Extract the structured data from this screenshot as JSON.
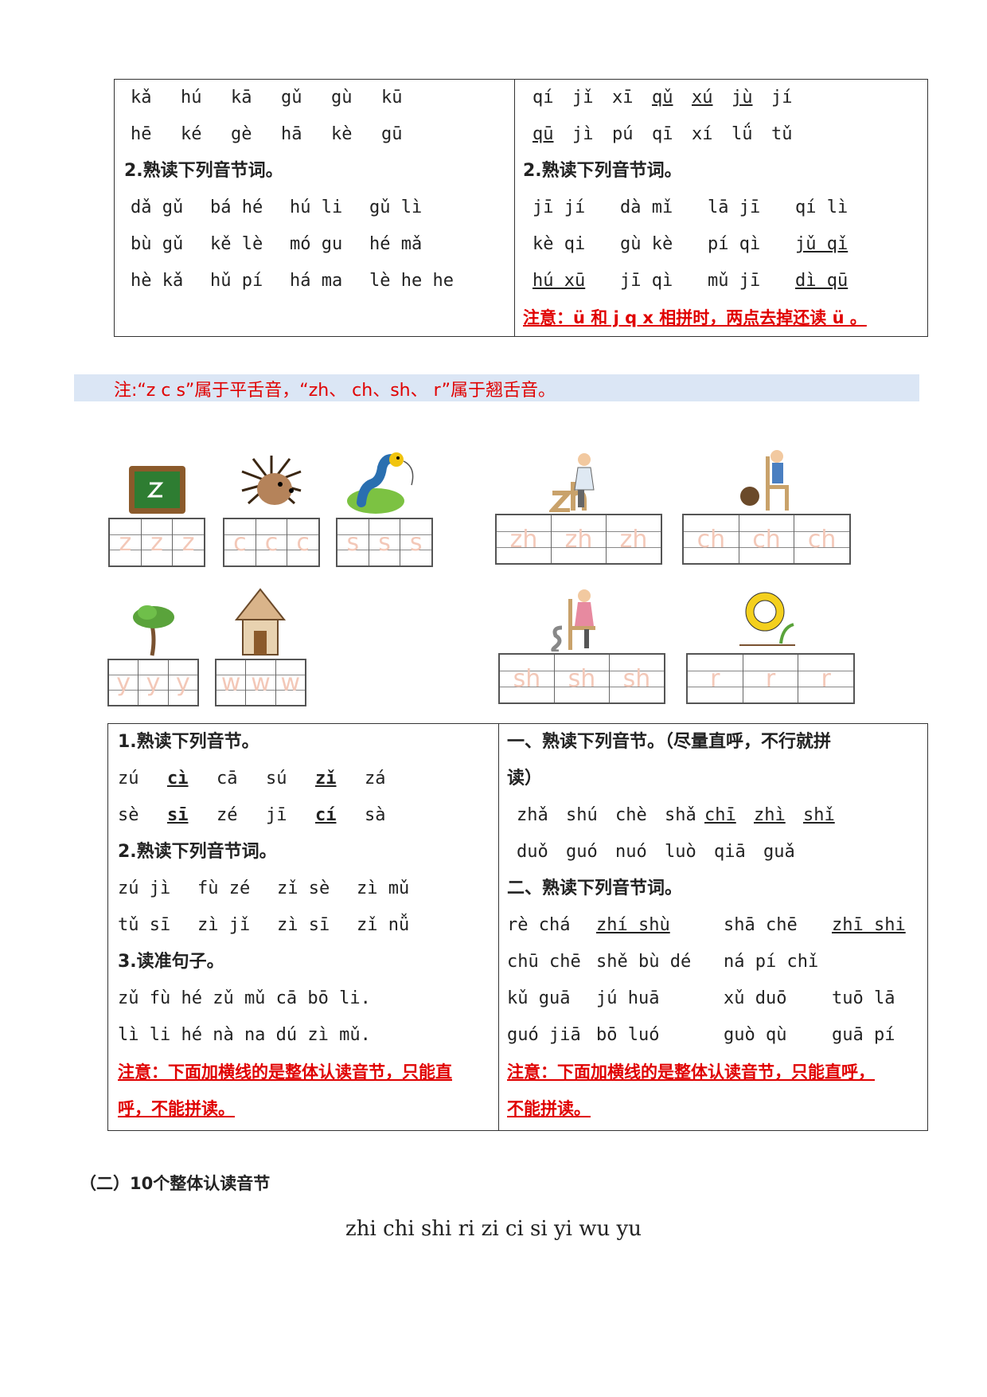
{
  "top_table": {
    "left": {
      "rows1": [
        [
          "kǎ",
          "hú",
          "kā",
          "gǔ",
          "gù",
          "kū"
        ],
        [
          "hē",
          "ké",
          "gè",
          "hā",
          "kè",
          "gū"
        ]
      ],
      "heading2": "2.熟读下列音节词。",
      "rows2": [
        [
          "dǎ gǔ",
          "bá hé",
          "hú li",
          "gǔ lì"
        ],
        [
          "bù gǔ",
          "kě lè",
          "mó gu",
          "hé mǎ"
        ],
        [
          "hè kǎ",
          "hǔ pí",
          "há ma",
          "lè he he"
        ]
      ]
    },
    "right": {
      "row1": [
        "qí",
        "jǐ",
        "xī",
        "qǔ",
        "xú",
        "jù",
        "jí"
      ],
      "row2": [
        "qū",
        "jì",
        "pú",
        "qī",
        "xí",
        "lǘ",
        "tǔ"
      ],
      "heading2": "2.熟读下列音节词。",
      "rows2": [
        [
          "jī jí",
          "dà mǐ",
          "lā jī",
          "qí lì"
        ],
        [
          "kè qi",
          "gù kè",
          "pí qì",
          "jǔ qǐ"
        ],
        [
          "hú xū",
          "jī qì",
          "mǔ jī",
          "dì qū"
        ]
      ],
      "note": "注意：ü 和 j q x 相拼时，两点去掉还读 ü 。"
    }
  },
  "banner": "注:“z  c  s”属于平舌音，“zh、 ch、sh、 r”属于翘舌音。",
  "letter_grids": [
    {
      "name": "z",
      "letters": [
        "z",
        "z",
        "z"
      ],
      "icon": "blackboard-icon"
    },
    {
      "name": "c",
      "letters": [
        "c",
        "c",
        "c"
      ],
      "icon": "hedgehog-icon"
    },
    {
      "name": "s",
      "letters": [
        "s",
        "s",
        "s"
      ],
      "icon": "silkworm-icon"
    },
    {
      "name": "zh",
      "letters": [
        "zh",
        "zh",
        "zh"
      ],
      "icon": "knitting-person-icon"
    },
    {
      "name": "ch",
      "letters": [
        "ch",
        "ch",
        "ch"
      ],
      "icon": "boy-on-chair-icon"
    },
    {
      "name": "y",
      "letters": [
        "y",
        "y",
        "y"
      ],
      "icon": "tree-icon"
    },
    {
      "name": "w",
      "letters": [
        "w",
        "w",
        "w"
      ],
      "icon": "house-icon"
    },
    {
      "name": "sh",
      "letters": [
        "sh",
        "sh",
        "sh"
      ],
      "icon": "reading-girl-icon"
    },
    {
      "name": "r",
      "letters": [
        "r",
        "r",
        "r"
      ],
      "icon": "sun-icon"
    }
  ],
  "bottom_table": {
    "left": {
      "heading1": "1.熟读下列音节。",
      "rows1": [
        [
          "zú",
          "cì",
          "cā",
          "sú",
          "zǐ",
          "zá"
        ],
        [
          "sè",
          "sī",
          "zé",
          "jī",
          "cí",
          "sà"
        ]
      ],
      "heading2": "2.熟读下列音节词。",
      "rows2": [
        [
          "zú jì",
          "fù zé",
          "zǐ sè",
          "zì mǔ"
        ],
        [
          "tǔ sī",
          "zì jǐ",
          "zì sī",
          "zǐ nǚ"
        ]
      ],
      "heading3": "3.读准句子。",
      "sentences": [
        "zǔ fù hé zǔ mǔ cā bō li.",
        "lì li hé nà na dú zì mǔ."
      ],
      "note_line1": "注意：下面加横线的是整体认读音节，只能直",
      "note_line2": "呼，不能拼读。"
    },
    "right": {
      "heading1_line1": "一、熟读下列音节。（尽量直呼，不行就拼",
      "heading1_line2": "读）",
      "rows1": [
        [
          "zhǎ",
          "shú",
          "chè",
          "shǎ",
          "chī",
          "zhì",
          "shǐ"
        ],
        [
          "duǒ",
          "guó",
          "nuó",
          "luò",
          "qiā",
          "guǎ"
        ]
      ],
      "heading2": "二、熟读下列音节词。",
      "rows2": [
        [
          "rè chá",
          "zhí shù",
          "shā chē",
          "zhī shi"
        ],
        [
          "chū chē",
          "shě bù dé",
          "ná pí chǐ",
          ""
        ],
        [
          "kǔ guā",
          "jú huā",
          "xǔ duō",
          "tuō lā"
        ],
        [
          "guó jiā",
          "bō luó",
          "guò qù",
          "guā pí"
        ]
      ],
      "note_line1": "注意：下面加横线的是整体认读音节，只能直呼，",
      "note_line2": "不能拼读。"
    }
  },
  "section2_title": "（二）10个整体认读音节",
  "whole_syllables": "zhi chi shi ri zi ci si yi wu yu"
}
